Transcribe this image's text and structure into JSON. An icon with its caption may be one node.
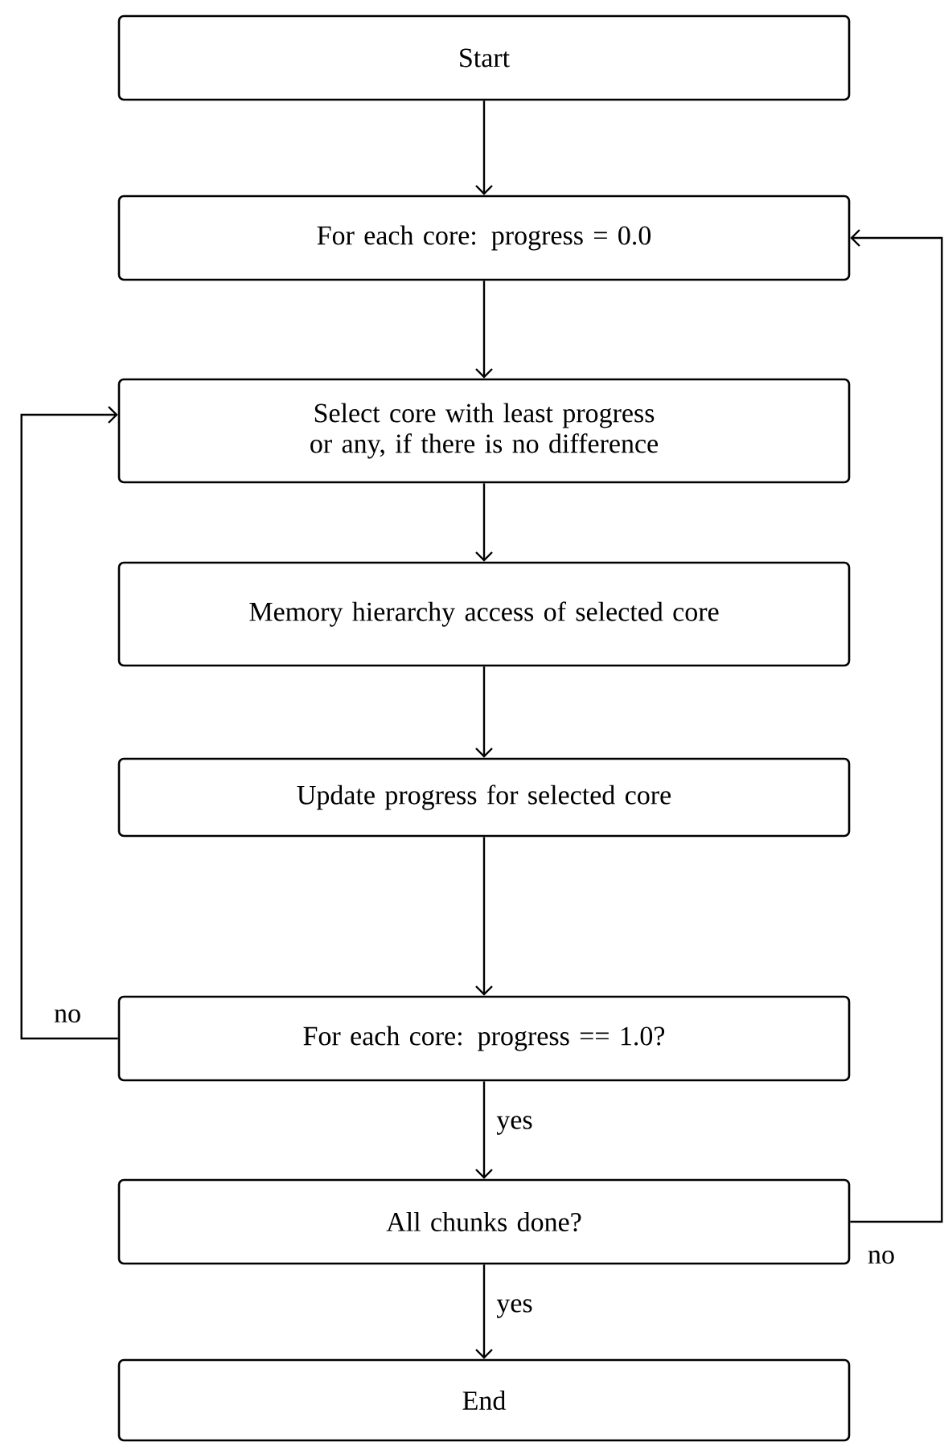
{
  "diagram": {
    "nodes": [
      {
        "text": [
          "Start"
        ]
      },
      {
        "text": [
          "For each core: progress = 0.0"
        ]
      },
      {
        "text": [
          "Select core with least progress or any, if there is no difference"
        ]
      },
      {
        "text": [
          "Memory hierarchy access of selected core"
        ]
      },
      {
        "text": [
          "Update progress for selected core"
        ]
      },
      {
        "text": [
          "For each core: progress == 1.0?"
        ]
      },
      {
        "text": [
          "All chunks done?"
        ]
      },
      {
        "text": [
          "End"
        ]
      }
    ],
    "edges": [
      {
        "from": 0,
        "to": 1,
        "arrow": "to"
      },
      {
        "from": 1,
        "to": 2,
        "arrow": "to"
      },
      {
        "from": 2,
        "to": 3,
        "arrow": "to"
      },
      {
        "from": 3,
        "to": 4,
        "arrow": "to"
      },
      {
        "from": 4,
        "to": 5,
        "arrow": "to"
      },
      {
        "from": 5,
        "to": 2,
        "arrow": "to",
        "label": "no"
      },
      {
        "from": 5,
        "to": 6,
        "arrow": "to",
        "label": "yes"
      },
      {
        "from": 6,
        "to": 1,
        "arrow": "to",
        "label": "no"
      },
      {
        "from": 6,
        "to": 7,
        "arrow": "to",
        "label": "yes"
      }
    ]
  }
}
